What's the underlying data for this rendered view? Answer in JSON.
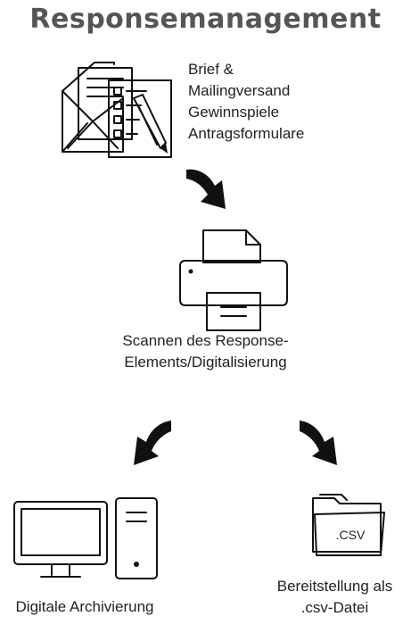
{
  "title": "Responsemanagement",
  "mailing": {
    "icon": "envelope-checklist-icon",
    "items": [
      "Brief &",
      "Mailingversand",
      "Gewinnspiele",
      "Antragsformulare"
    ]
  },
  "scan": {
    "icon": "printer-scanner-icon",
    "lines": [
      "Scannen des Response-",
      "Elements/Digitalisierung"
    ]
  },
  "archive": {
    "icon": "computer-icon",
    "label": "Digitale Archivierung"
  },
  "csv": {
    "icon": "folder-icon",
    "folder_label": ".CSV",
    "lines": [
      "Bereitstellung als",
      ".csv-Datei"
    ]
  },
  "colors": {
    "title": "#555555",
    "icons": "#111111",
    "text": "#222222"
  }
}
